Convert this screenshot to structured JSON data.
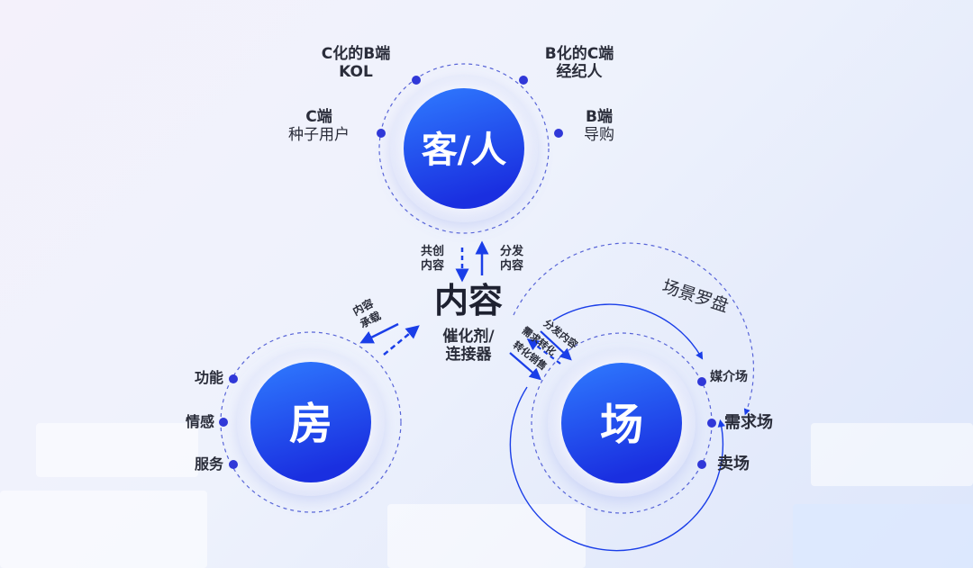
{
  "colors": {
    "accent": "#1a3ee8",
    "accent_light": "#3a7bff",
    "dash": "#5865d8",
    "text": "#2a2d3a"
  },
  "customer": {
    "circle_label": "客/人",
    "c_kol_line1": "C化的B端",
    "c_kol_line2": "KOL",
    "b_agent_line1": "B化的C端",
    "b_agent_line2": "经纪人",
    "c_end_line1": "C端",
    "c_end_line2": "种子用户",
    "b_end_line1": "B端",
    "b_end_line2": "导购"
  },
  "content": {
    "title": "内容",
    "subtitle_line1": "催化剂/",
    "subtitle_line2": "连接器",
    "co_create_line1": "共创",
    "co_create_line2": "内容",
    "distribute_line1": "分发",
    "distribute_line2": "内容",
    "carry_line1": "内容",
    "carry_line2": "承载",
    "dist_content_diag": "分发内容",
    "demand_convert_diag": "需求转化",
    "convert_sell_diag": "转化销售"
  },
  "house": {
    "circle_label": "房",
    "items": [
      "功能",
      "情感",
      "服务"
    ]
  },
  "venue": {
    "circle_label": "场",
    "compass": "场景罗盘",
    "media": "媒介场",
    "demand": "需求场",
    "sell": "卖场"
  }
}
